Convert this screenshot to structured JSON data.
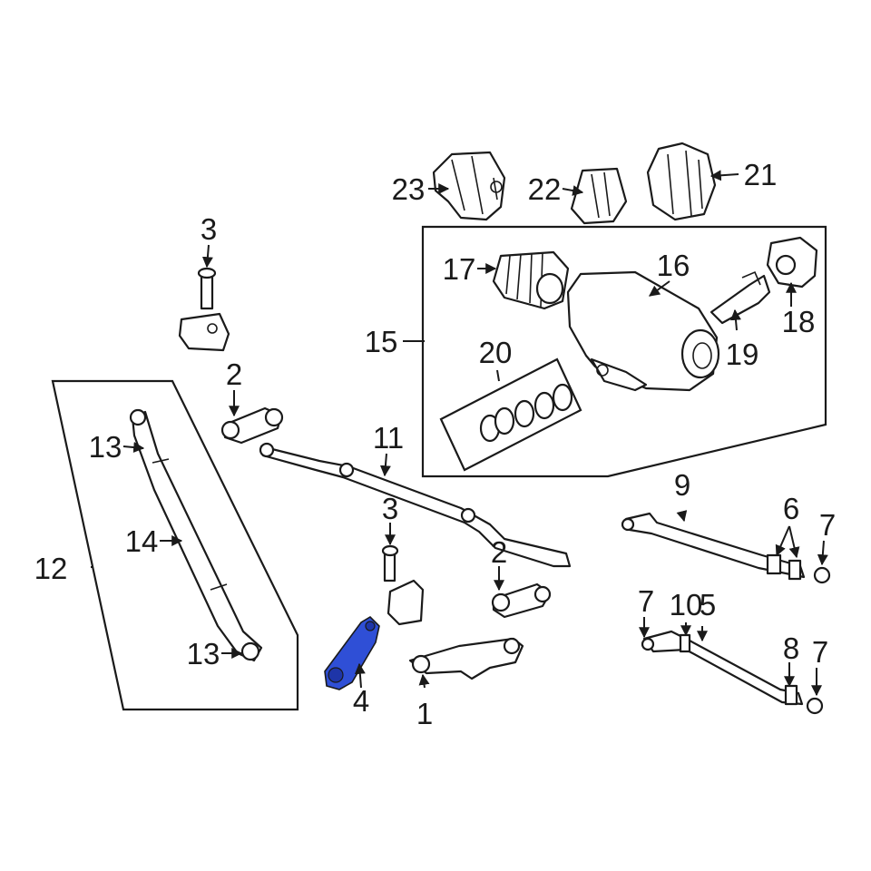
{
  "diagram": {
    "highlight_color": "#2f4fd6",
    "highlighted_part": "4",
    "callouts": {
      "c1": "1",
      "c2a": "2",
      "c2b": "2",
      "c3a": "3",
      "c3b": "3",
      "c4": "4",
      "c5": "5",
      "c6": "6",
      "c7a": "7",
      "c7b": "7",
      "c7c": "7",
      "c8": "8",
      "c9": "9",
      "c10": "10",
      "c11": "11",
      "c12": "12",
      "c13a": "13",
      "c13b": "13",
      "c14": "14",
      "c15": "15",
      "c16": "16",
      "c17": "17",
      "c18": "18",
      "c19": "19",
      "c20": "20",
      "c21": "21",
      "c22": "22",
      "c23": "23"
    }
  }
}
